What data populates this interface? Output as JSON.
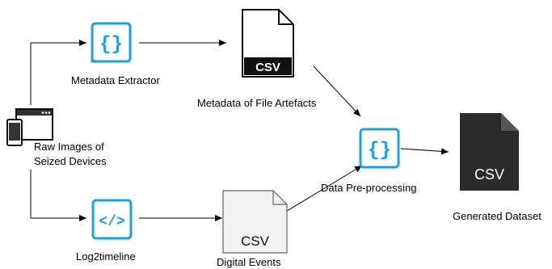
{
  "nodes": {
    "raw_images": {
      "label_line1": "Raw Images of",
      "label_line2": "Seized Devices"
    },
    "metadata_extractor": {
      "label": "Metadata Extractor",
      "icon": "curly-braces-icon"
    },
    "log2timeline": {
      "label": "Log2timeline",
      "icon": "code-tag-icon"
    },
    "metadata_file": {
      "label": "Metadata of File Artefacts",
      "badge": "CSV"
    },
    "digital_events": {
      "label": "Digital Events",
      "badge": "CSV"
    },
    "preprocessing": {
      "label": "Data Pre-processing",
      "icon": "curly-braces-icon"
    },
    "generated_dataset": {
      "label": "Generated Dataset",
      "badge": "CSV"
    }
  },
  "colors": {
    "accent": "#1ba1e2",
    "dark_file": "#2b2b2b",
    "line": "#000000"
  }
}
